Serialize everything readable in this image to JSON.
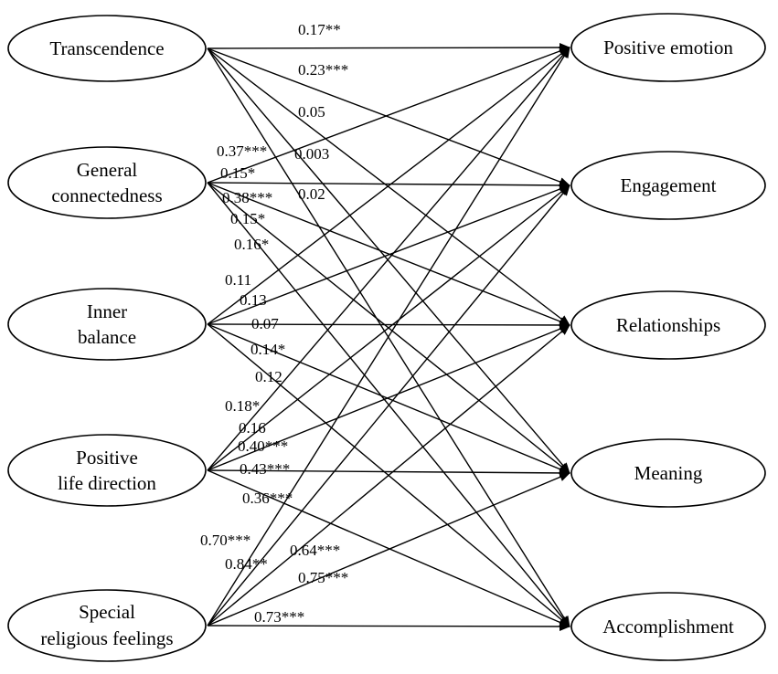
{
  "diagram": {
    "predictors": [
      {
        "id": "transcendence",
        "lines": [
          "Transcendence"
        ]
      },
      {
        "id": "general-connectedness",
        "lines": [
          "General",
          "connectedness"
        ]
      },
      {
        "id": "inner-balance",
        "lines": [
          "Inner",
          "balance"
        ]
      },
      {
        "id": "positive-life-direction",
        "lines": [
          "Positive",
          "life direction"
        ]
      },
      {
        "id": "special-religious-feelings",
        "lines": [
          "Special",
          "religious feelings"
        ]
      }
    ],
    "outcomes": [
      {
        "id": "positive-emotion",
        "lines": [
          "Positive emotion"
        ]
      },
      {
        "id": "engagement",
        "lines": [
          "Engagement"
        ]
      },
      {
        "id": "relationships",
        "lines": [
          "Relationships"
        ]
      },
      {
        "id": "meaning",
        "lines": [
          "Meaning"
        ]
      },
      {
        "id": "accomplishment",
        "lines": [
          "Accomplishment"
        ]
      }
    ],
    "paths": [
      {
        "from": 0,
        "to": 0,
        "coef": "0.17**"
      },
      {
        "from": 0,
        "to": 1,
        "coef": "0.23***"
      },
      {
        "from": 0,
        "to": 2,
        "coef": "0.05"
      },
      {
        "from": 0,
        "to": 3,
        "coef": "0.003"
      },
      {
        "from": 0,
        "to": 4,
        "coef": "0.02"
      },
      {
        "from": 1,
        "to": 0,
        "coef": "0.37***"
      },
      {
        "from": 1,
        "to": 1,
        "coef": "0.15*"
      },
      {
        "from": 1,
        "to": 2,
        "coef": "0.38***"
      },
      {
        "from": 1,
        "to": 3,
        "coef": "0.15*"
      },
      {
        "from": 1,
        "to": 4,
        "coef": "0.16*"
      },
      {
        "from": 2,
        "to": 0,
        "coef": "0.11"
      },
      {
        "from": 2,
        "to": 1,
        "coef": "0.13"
      },
      {
        "from": 2,
        "to": 2,
        "coef": "0.07"
      },
      {
        "from": 2,
        "to": 3,
        "coef": "0.14*"
      },
      {
        "from": 2,
        "to": 4,
        "coef": "0.12"
      },
      {
        "from": 3,
        "to": 0,
        "coef": "0.18*"
      },
      {
        "from": 3,
        "to": 1,
        "coef": "0.16"
      },
      {
        "from": 3,
        "to": 2,
        "coef": "0.40***"
      },
      {
        "from": 3,
        "to": 3,
        "coef": "0.43***"
      },
      {
        "from": 3,
        "to": 4,
        "coef": "0.36***"
      },
      {
        "from": 4,
        "to": 0,
        "coef": "0.70***"
      },
      {
        "from": 4,
        "to": 1,
        "coef": "0.84**"
      },
      {
        "from": 4,
        "to": 2,
        "coef": "0.64***"
      },
      {
        "from": 4,
        "to": 3,
        "coef": "0.75***"
      },
      {
        "from": 4,
        "to": 4,
        "coef": "0.73***"
      }
    ]
  }
}
